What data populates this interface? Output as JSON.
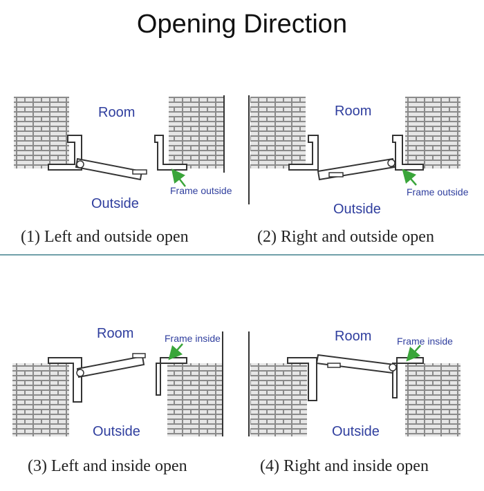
{
  "title": "Opening Direction",
  "labels": {
    "room": "Room",
    "outside": "Outside",
    "frame_outside": "Frame outside",
    "frame_inside": "Frame inside"
  },
  "captions": [
    "(1) Left and outside open",
    "(2) Right and outside open",
    "(3) Left and inside open",
    "(4) Right and inside open"
  ],
  "colors": {
    "text": "#2f3e9e",
    "arrow": "#3aa53a",
    "line": "#333333",
    "brick": "#8a8a8a",
    "divider": "#6fa0a8"
  }
}
